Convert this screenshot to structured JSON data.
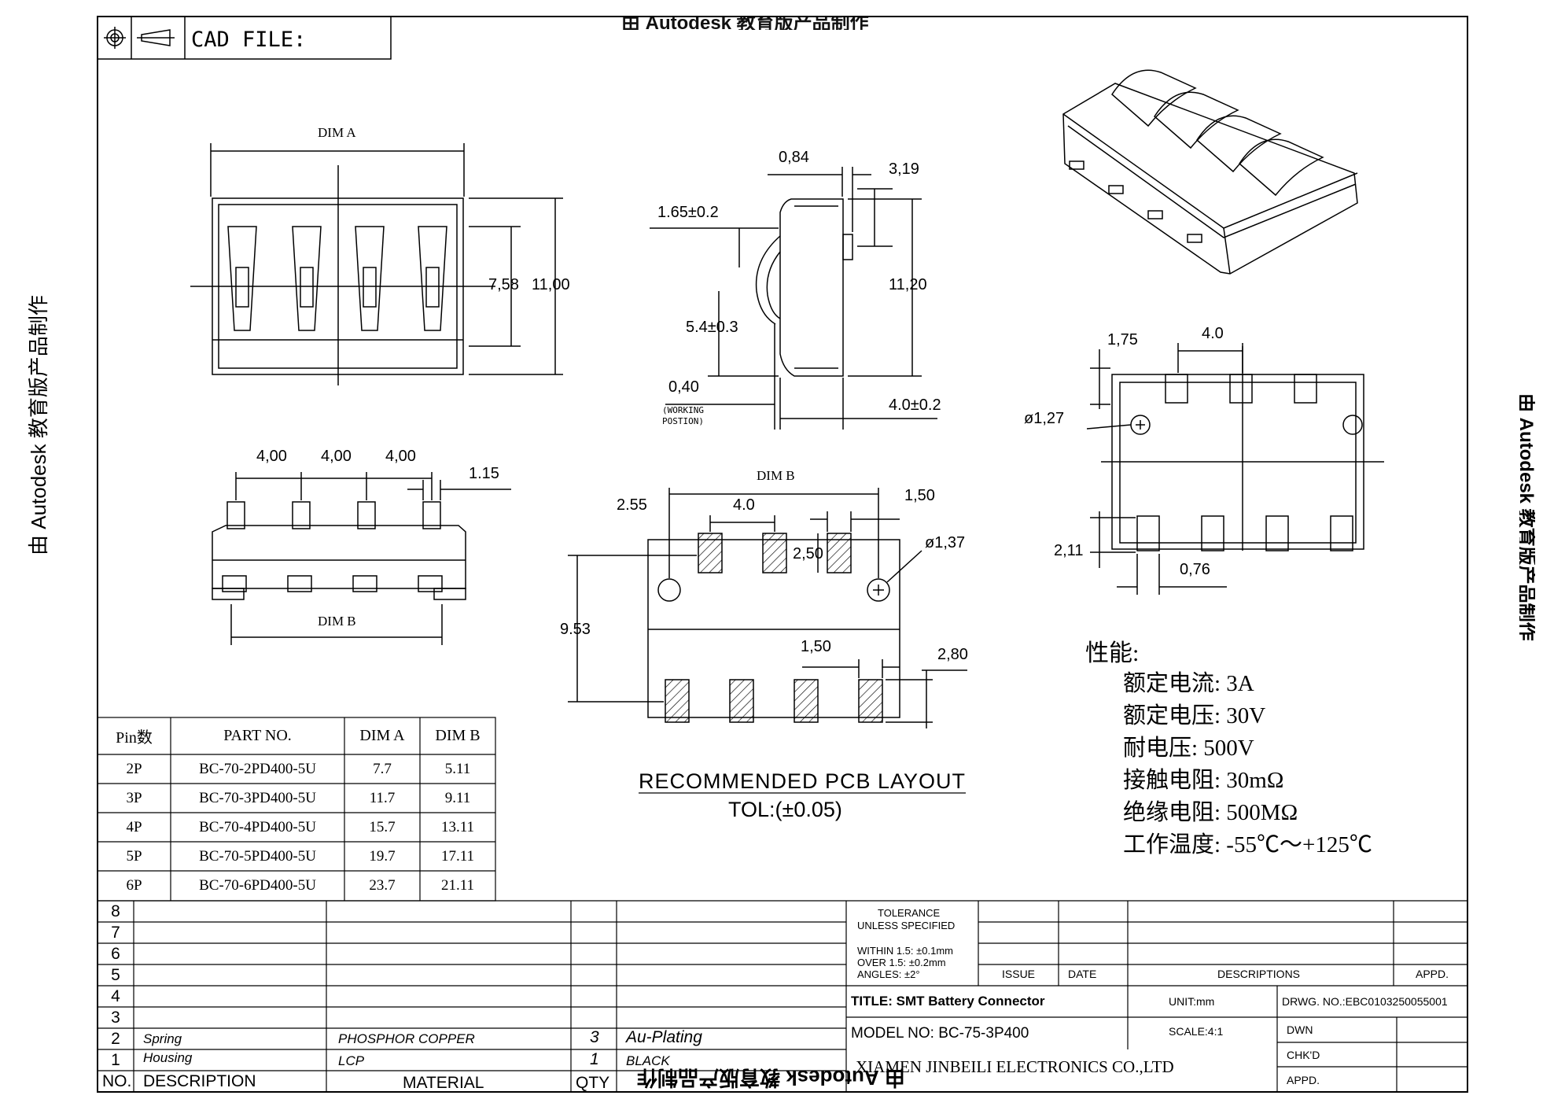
{
  "header": {
    "cad_file_label": "CAD FILE:"
  },
  "watermark": {
    "left": "由 Autodesk 教育版产品制作",
    "top_partial": "由 Autodesk 教育版产品制作",
    "bottom_mirrored": "由 Autodesk 教育版产品制作",
    "right_partial": "由 Autodesk 教育版产品制作"
  },
  "top_view": {
    "dim_a": "DIM A",
    "dim_758": "7,58",
    "dim_1100": "11,00"
  },
  "side_view": {
    "dim_084": "0,84",
    "dim_319": "3,19",
    "dim_165": "1.65±0.2",
    "dim_54": "5.4±0.3",
    "dim_1120": "11,20",
    "dim_040": "0,40",
    "working_position": [
      "(WORKING",
      "POSTION)"
    ],
    "dim_40": "4.0±0.2"
  },
  "front_view": {
    "pitch": [
      "4,00",
      "4,00",
      "4,00"
    ],
    "dim_115": "1.15",
    "dim_b": "DIM B"
  },
  "pcb_layout": {
    "dim_b": "DIM B",
    "dim_255": "2.55",
    "dim_40": "4.0",
    "dim_150_top": "1,50",
    "dim_250": "2,50",
    "dim_137": "ø1,37",
    "dim_953": "9.53",
    "dim_150_bot": "1,50",
    "dim_280": "2,80",
    "title": "RECOMMENDED PCB LAYOUT",
    "tolerance": "TOL:(±0.05)"
  },
  "bottom_view": {
    "dim_175": "1,75",
    "dim_40": "4.0",
    "dim_127": "ø1,27",
    "dim_211": "2,11",
    "dim_076": "0,76"
  },
  "specs": {
    "title": "性能:",
    "items": [
      "额定电流: 3A",
      "额定电压: 30V",
      "耐电压: 500V",
      "接触电阻: 30mΩ",
      "绝缘电阻: 500MΩ",
      "工作温度: -55℃～+125℃"
    ]
  },
  "part_table": {
    "headers": [
      "Pin数",
      "PART NO.",
      "DIM A",
      "DIM B"
    ],
    "rows": [
      [
        "2P",
        "BC-70-2PD400-5U",
        "7.7",
        "5.11"
      ],
      [
        "3P",
        "BC-70-3PD400-5U",
        "11.7",
        "9.11"
      ],
      [
        "4P",
        "BC-70-4PD400-5U",
        "15.7",
        "13.11"
      ],
      [
        "5P",
        "BC-70-5PD400-5U",
        "19.7",
        "17.11"
      ],
      [
        "6P",
        "BC-70-6PD400-5U",
        "23.7",
        "21.11"
      ]
    ]
  },
  "bom": {
    "row_numbers": [
      "8",
      "7",
      "6",
      "5",
      "4",
      "3",
      "2",
      "1"
    ],
    "row2": {
      "description": "Spring",
      "material": "PHOSPHOR COPPER",
      "qty": "3",
      "remark": "Au-Plating"
    },
    "row1": {
      "description": "Housing",
      "material": "LCP",
      "qty": "1",
      "remark": "BLACK"
    },
    "footer": {
      "no": "NO.",
      "description": "DESCRIPTION",
      "material": "MATERIAL",
      "qty": "QTY"
    }
  },
  "title_block": {
    "tolerance": [
      "TOLERANCE",
      "UNLESS SPECIFIED"
    ],
    "tolerance_values": [
      "WITHIN 1.5: ±0.1mm",
      "OVER 1.5:  ±0.2mm",
      "ANGLES: ±2°"
    ],
    "issue": "ISSUE",
    "date": "DATE",
    "descriptions": "DESCRIPTIONS",
    "appd": "APPD.",
    "title": "TITLE: SMT Battery Connector",
    "unit": "UNIT:mm",
    "drwg_no": "DRWG. NO.:EBC0103250055001",
    "model_no": "MODEL NO: BC-75-3P400",
    "scale": "SCALE:4:1",
    "dwn": "DWN",
    "chkd": "CHK'D",
    "company": "XIAMEN JINBEILI ELECTRONICS CO.,LTD",
    "appd2": "APPD."
  }
}
